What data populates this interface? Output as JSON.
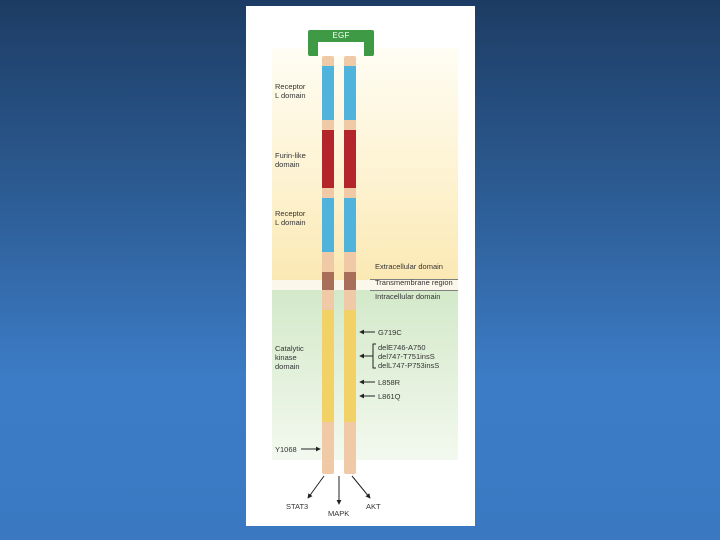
{
  "slide": {
    "background_top": "#1d3c64",
    "background_bottom": "#3a78c2"
  },
  "ligand": {
    "label": "EGF",
    "color": "#3e9a45"
  },
  "domains": {
    "receptor_l_1": "Receptor\nL domain",
    "furin_like": "Furin-like\ndomain",
    "receptor_l_2": "Receptor\nL domain",
    "kinase": "Catalytic\nkinase\ndomain"
  },
  "regions": {
    "extracellular": "Extracellular domain",
    "transmembrane": "Transmembrane region",
    "intracellular": "Intracellular domain"
  },
  "mutations": {
    "g719c": "G719C",
    "group": [
      "delE746-A750",
      "del747-T751insS",
      "delL747-P753insS"
    ],
    "l858r": "L858R",
    "l861q": "L861Q"
  },
  "phosphosite": "Y1068",
  "downstream": [
    "STAT3",
    "MAPK",
    "AKT"
  ],
  "colors": {
    "receptor_l": "#4fb3dc",
    "furin_like": "#b3252b",
    "linker": "#f0c9a6",
    "transmembrane": "#a86e5a",
    "kinase": "#f2d266",
    "extracellular_band": "#fdf2cf",
    "intracellular_band": "#d3e9c9"
  }
}
